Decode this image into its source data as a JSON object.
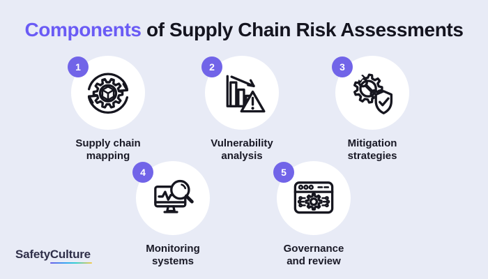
{
  "colors": {
    "background": "#E8EBF6",
    "accent_purple": "#6A5BF5",
    "badge_purple": "#7164E8",
    "ink": "#14141F",
    "card_white": "#FFFFFF",
    "logo_gradient": [
      "#6C5CE7",
      "#35A7F2",
      "#35D0CE",
      "#F7C948"
    ]
  },
  "header": {
    "title_highlight": "Components",
    "title_rest": " of Supply Chain Risk Assessments"
  },
  "items": [
    {
      "number": "1",
      "line1": "Supply chain",
      "line2": "mapping",
      "icon": "supply-chain-cycle-icon"
    },
    {
      "number": "2",
      "line1": "Vulnerability",
      "line2": "analysis",
      "icon": "declining-chart-warning-icon"
    },
    {
      "number": "3",
      "line1": "Mitigation",
      "line2": "strategies",
      "icon": "gear-wrench-shield-icon"
    },
    {
      "number": "4",
      "line1": "Monitoring",
      "line2": "systems",
      "icon": "monitor-magnifier-icon"
    },
    {
      "number": "5",
      "line1": "Governance",
      "line2": "and review",
      "icon": "browser-gear-circuit-icon"
    }
  ],
  "footer": {
    "brand_part1": "Safety",
    "brand_part2": "Culture"
  }
}
